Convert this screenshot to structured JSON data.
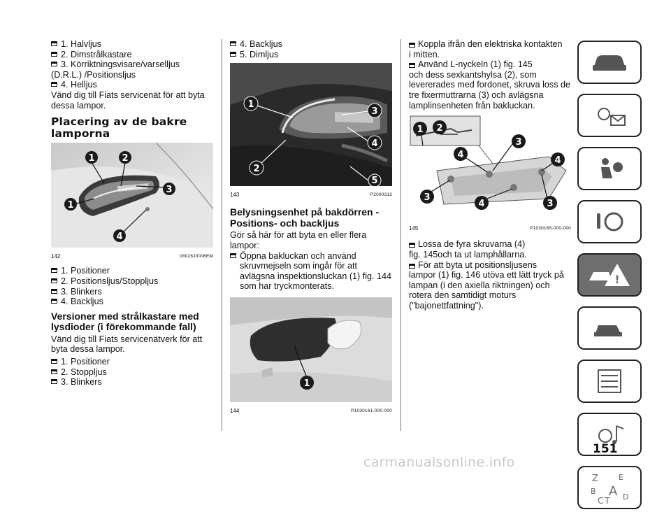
{
  "col1": {
    "list_a": [
      "1. Halvljus",
      "2. Dimstrålkastare",
      "3. Körriktningsvisare/varselljus",
      "(D.R.L.) /Positionsljus",
      "4. Helljus"
    ],
    "para_a": "Vänd dig till Fiats servicenät för att byta dessa lampor.",
    "heading_rear": "Placering av de bakre lamporna",
    "fig142": {
      "number": "142",
      "code": "08026J0006EM",
      "callouts": [
        "1",
        "2",
        "3",
        "1",
        "4"
      ]
    },
    "list_b": [
      "1. Positioner",
      "2. Positionsljus/Stoppljus",
      "3. Blinkers",
      "4. Backljus"
    ],
    "heading_led": "Versioner med strålkastare med lysdioder (i förekommande fall)",
    "para_b": "Vänd dig till Fiats servicenätverk för att byta dessa lampor.",
    "list_c": [
      "1. Positioner",
      "2. Stoppljus",
      "3. Blinkers"
    ]
  },
  "col2": {
    "list_a": [
      "4. Backljus",
      "5. Dimljus"
    ],
    "fig143": {
      "number": "143",
      "code": "P2000313",
      "callouts": [
        "1",
        "3",
        "4",
        "2",
        "5"
      ]
    },
    "heading": "Belysningsenhet på bakdörren - Positions- och backljus",
    "para": "Gör så här för att byta en eller flera lampor:",
    "step": "Öppna bakluckan och använd skruvmejseln som ingår för att avlägsna inspektionsluckan (1) fig. 144 som har tryckmonterats.",
    "fig144": {
      "number": "144",
      "code": "P1030161-000-000",
      "callouts": [
        "1"
      ]
    }
  },
  "col3": {
    "step1_line1": "Koppla ifrån den elektriska kontakten",
    "step1_line2": "i mitten.",
    "step2_line1": "Använd L-nyckeln (1) fig. 145",
    "step2_rest": "och dess sexkantshylsa (2), som levererades med fordonet, skruva loss de tre fixermuttrarna (3) och avlägsna lamplinsenheten från bakluckan.",
    "fig145": {
      "number": "145",
      "code": "P1030165-000-000",
      "callouts": [
        "1",
        "2",
        "3",
        "4",
        "4",
        "3",
        "4",
        "3"
      ]
    },
    "step3_line1": "Lossa de fyra skruvarna (4)",
    "step3_rest": "fig. 145och ta ut lamphållarna.",
    "step4_line1": "För att byta ut positionsljusens",
    "step4_rest": "lampor (1) fig. 146 utöva ett lätt tryck på lampan (i den axiella riktningen) och rotera den samtidigt moturs (\"bajonettfattning\")."
  },
  "sidebar": {
    "tabs": [
      "car-icon",
      "warning-lights-icon",
      "airbag-seat-icon",
      "steering-key-icon",
      "emergency-crash-icon",
      "service-car-icon",
      "maintenance-list-icon",
      "multimedia-icon",
      "index-abc-icon"
    ],
    "index_letters": [
      "Z",
      "E",
      "B",
      "A",
      "C",
      "T",
      "D"
    ]
  },
  "page_number": "151",
  "watermark": "carmanualsonline.info",
  "colors": {
    "badge": "#1a1a1a",
    "active_tab": "#6e6e6e"
  }
}
